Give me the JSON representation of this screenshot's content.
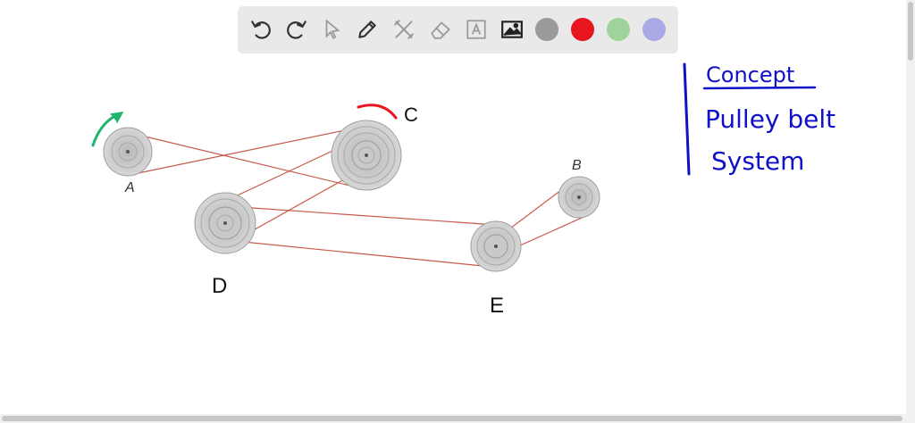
{
  "toolbar": {
    "tools": [
      "undo-icon",
      "redo-icon",
      "pointer-icon",
      "pen-icon",
      "tools-icon",
      "eraser-icon",
      "text-box-icon",
      "image-icon"
    ],
    "colors": [
      "#9a9a9a",
      "#e8141e",
      "#9ed39c",
      "#a9a9e6"
    ]
  },
  "diagram": {
    "labels": {
      "a": "A",
      "b": "B",
      "c": "C",
      "d": "D",
      "e": "E"
    },
    "notes": {
      "title": "Concept",
      "line1": "Pulley belt",
      "line2": "System"
    },
    "colors": {
      "belt": "#c8594c",
      "arrow_green": "#1fb36b",
      "arrow_red": "#e8141e",
      "ink_blue": "#1010c8"
    }
  }
}
